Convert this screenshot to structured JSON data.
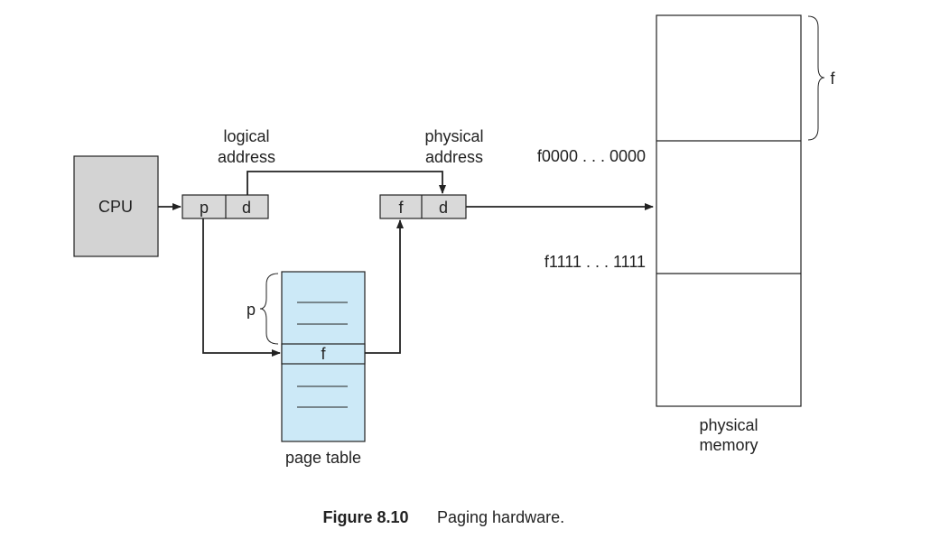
{
  "colors": {
    "cpu_fill": "#d3d3d3",
    "register_fill": "#d9d9d9",
    "page_table_fill": "#cce9f7",
    "line": "#222222"
  },
  "cpu": {
    "label": "CPU"
  },
  "logical_address": {
    "label_line1": "logical",
    "label_line2": "address",
    "p": "p",
    "d": "d"
  },
  "physical_address": {
    "label_line1": "physical",
    "label_line2": "address",
    "f": "f",
    "d": "d"
  },
  "memory_range": {
    "start": "f0000 . . . 0000",
    "end": "f1111 . . . 1111"
  },
  "page_table": {
    "p_label": "p",
    "entry": "f",
    "caption": "page table"
  },
  "physical_memory": {
    "brace_label": "f",
    "caption_line1": "physical",
    "caption_line2": "memory"
  },
  "figure": {
    "number": "Figure 8.10",
    "caption": "Paging hardware."
  }
}
